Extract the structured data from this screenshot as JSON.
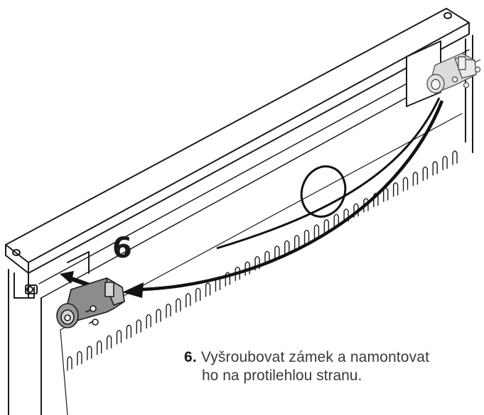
{
  "diagram": {
    "step_marker": "6",
    "caption": {
      "number": "6.",
      "line1": "Vyšroubovat zámek a namontovat",
      "line2": "ho na protilehlou stranu."
    }
  }
}
